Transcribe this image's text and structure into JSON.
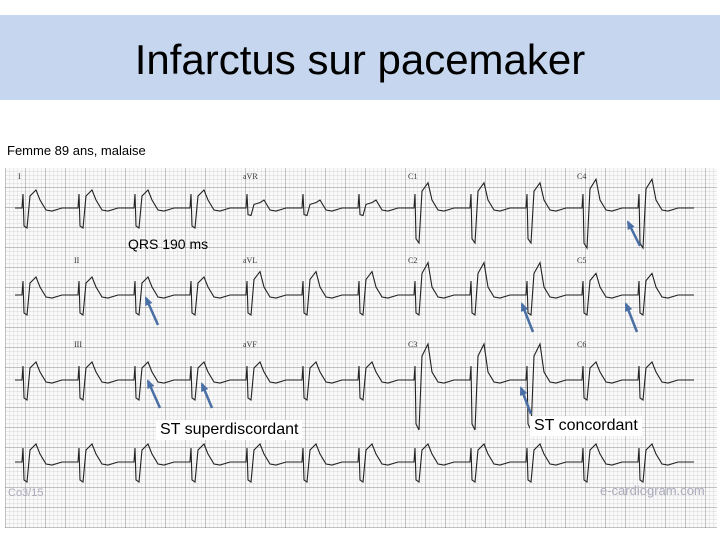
{
  "slide": {
    "title": "Infarctus sur pacemaker",
    "caption": "Femme 89 ans, malaise"
  },
  "ecg": {
    "leads": [
      {
        "label": "I"
      },
      {
        "label": "aVR"
      },
      {
        "label": "C1"
      },
      {
        "label": "C4"
      },
      {
        "label": "II"
      },
      {
        "label": "aVL"
      },
      {
        "label": "C2"
      },
      {
        "label": "C5"
      },
      {
        "label": "III"
      },
      {
        "label": "aVF"
      },
      {
        "label": "C3"
      },
      {
        "label": "C6"
      }
    ],
    "annotations": {
      "qrs": "QRS 190 ms",
      "st_superdiscordant": "ST superdiscordant",
      "st_concordant": "ST concordant"
    },
    "watermark_left": "Co3/15",
    "watermark_right": "e-cardiogram.com",
    "arrow_color": "#4a6fa5"
  }
}
